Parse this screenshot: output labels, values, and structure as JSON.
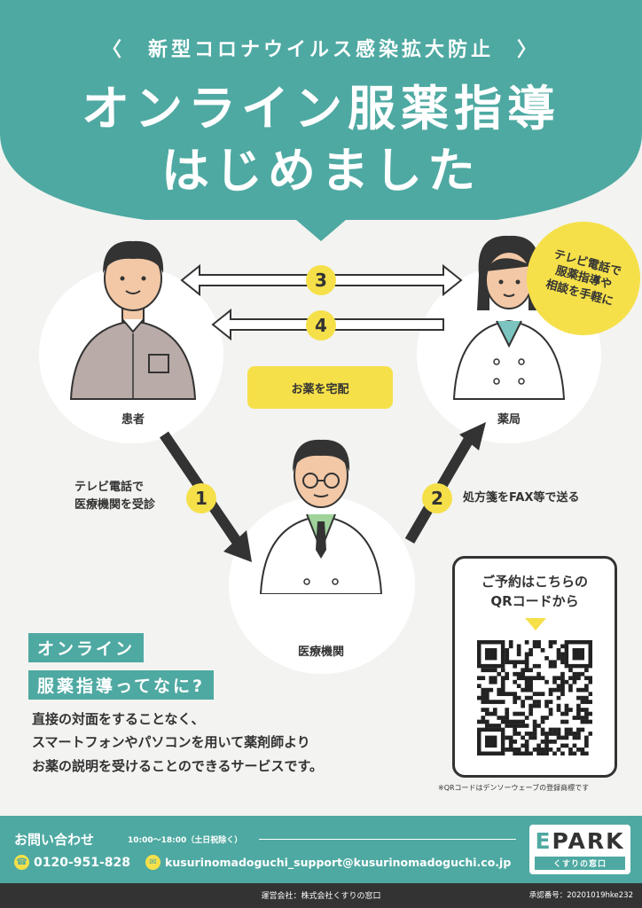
{
  "header": {
    "subtitle": "〈　新型コロナウイルス感染拡大防止　〉",
    "title_line1": "オンライン服薬指導",
    "title_line2": "はじめました"
  },
  "diagram": {
    "patient_label": "患者",
    "pharmacy_label": "薬局",
    "medical_label": "医療機関",
    "step1_number": "1",
    "step1_text_line1": "テレビ電話で",
    "step1_text_line2": "医療機関を受診",
    "step2_number": "2",
    "step2_text": "処方箋をFAX等で送る",
    "step3_number": "3",
    "step4_number": "4",
    "delivery_label": "お薬を宅配",
    "bubble_line1": "テレビ電話で",
    "bubble_line2": "服薬指導や",
    "bubble_line3": "相談を手軽に"
  },
  "qr": {
    "text_line1": "ご予約はこちらの",
    "text_line2": "QRコードから",
    "note": "※QRコードはデンソーウェーブの登録商標です"
  },
  "about": {
    "label_line1": "オンライン",
    "label_line2": "服薬指導ってなに?",
    "desc_line1": "直接の対面をすることなく、",
    "desc_line2": "スマートフォンやパソコンを用いて薬剤師より",
    "desc_line3": "お薬の説明を受けることのできるサービスです。"
  },
  "footer": {
    "contact_label": "お問い合わせ",
    "hours": "10:00〜18:00（土日祝除く）",
    "phone": "0120-951-828",
    "email": "kusurinomadoguchi_support@kusurinomadoguchi.co.jp",
    "logo_text": "PARK",
    "logo_e": "E",
    "logo_sub": "くすりの窓口",
    "operator": "運営会社：株式会社くすりの窓口",
    "approval": "承認番号：20201019hke232"
  },
  "colors": {
    "teal": "#4ea9a2",
    "yellow": "#f5e04a",
    "dark": "#333333",
    "background": "#f3f3f1"
  }
}
